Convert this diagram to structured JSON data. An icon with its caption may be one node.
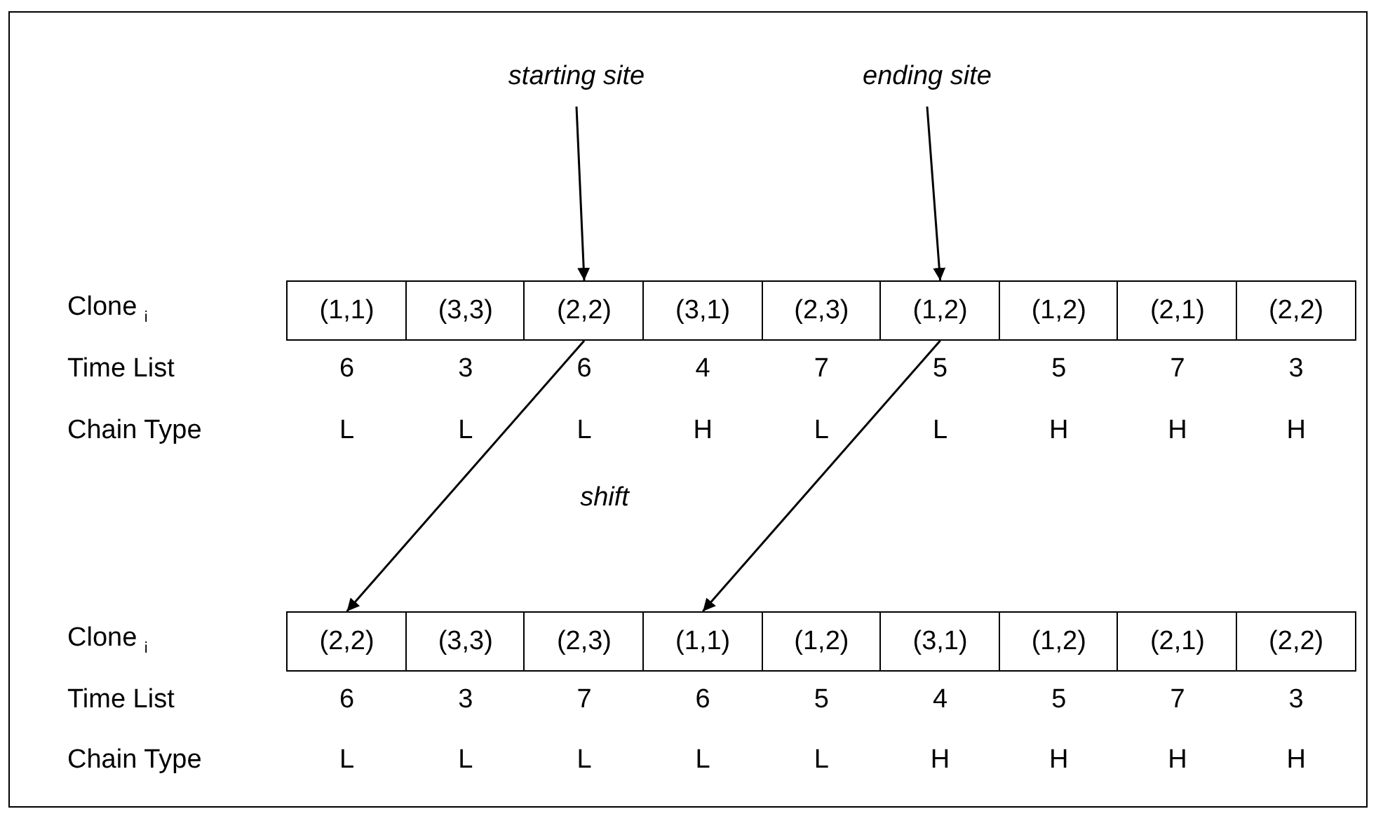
{
  "diagram": {
    "nodes": [
      {
        "text": [
          "starting site"
        ]
      },
      {
        "text": [
          "ending site"
        ]
      },
      {
        "text": [
          "(1,1)"
        ]
      },
      {
        "text": [
          "(3,3)"
        ]
      },
      {
        "text": [
          "(2,2)"
        ]
      },
      {
        "text": [
          "(3,1)"
        ]
      },
      {
        "text": [
          "(2,3)"
        ]
      },
      {
        "text": [
          "(1,2)"
        ]
      },
      {
        "text": [
          "(1,2)"
        ]
      },
      {
        "text": [
          "(2,1)"
        ]
      },
      {
        "text": [
          "(2,2)"
        ]
      },
      {
        "text": [
          "(2,2)"
        ]
      },
      {
        "text": [
          "(3,3)"
        ]
      },
      {
        "text": [
          "(2,3)"
        ]
      },
      {
        "text": [
          "(1,1)"
        ]
      },
      {
        "text": [
          "(1,2)"
        ]
      },
      {
        "text": [
          "(3,1)"
        ]
      },
      {
        "text": [
          "(1,2)"
        ]
      },
      {
        "text": [
          "(2,1)"
        ]
      },
      {
        "text": [
          "(2,2)"
        ]
      }
    ],
    "edges": [
      {
        "from": 0,
        "to": 4,
        "arrow": "to"
      },
      {
        "from": 1,
        "to": 7,
        "arrow": "to"
      },
      {
        "from": 4,
        "to": 11,
        "arrow": "to"
      },
      {
        "from": 7,
        "to": 14,
        "arrow": "to"
      }
    ],
    "labels": [
      "Clone $_{i}$",
      "Time List",
      "6",
      "3",
      "6",
      "4",
      "7",
      "5",
      "5",
      "7",
      "3",
      "Chain Type",
      "L",
      "L",
      "L",
      "H",
      "L",
      "L",
      "H",
      "H",
      "H",
      "shift",
      "Clone $_{i}$",
      "Time List",
      "6",
      "3",
      "7",
      "6",
      "5",
      "4",
      "5",
      "7",
      "3",
      "Chain Type",
      "L",
      "L",
      "L",
      "L",
      "L",
      "H",
      "H",
      "H",
      "H"
    ]
  }
}
